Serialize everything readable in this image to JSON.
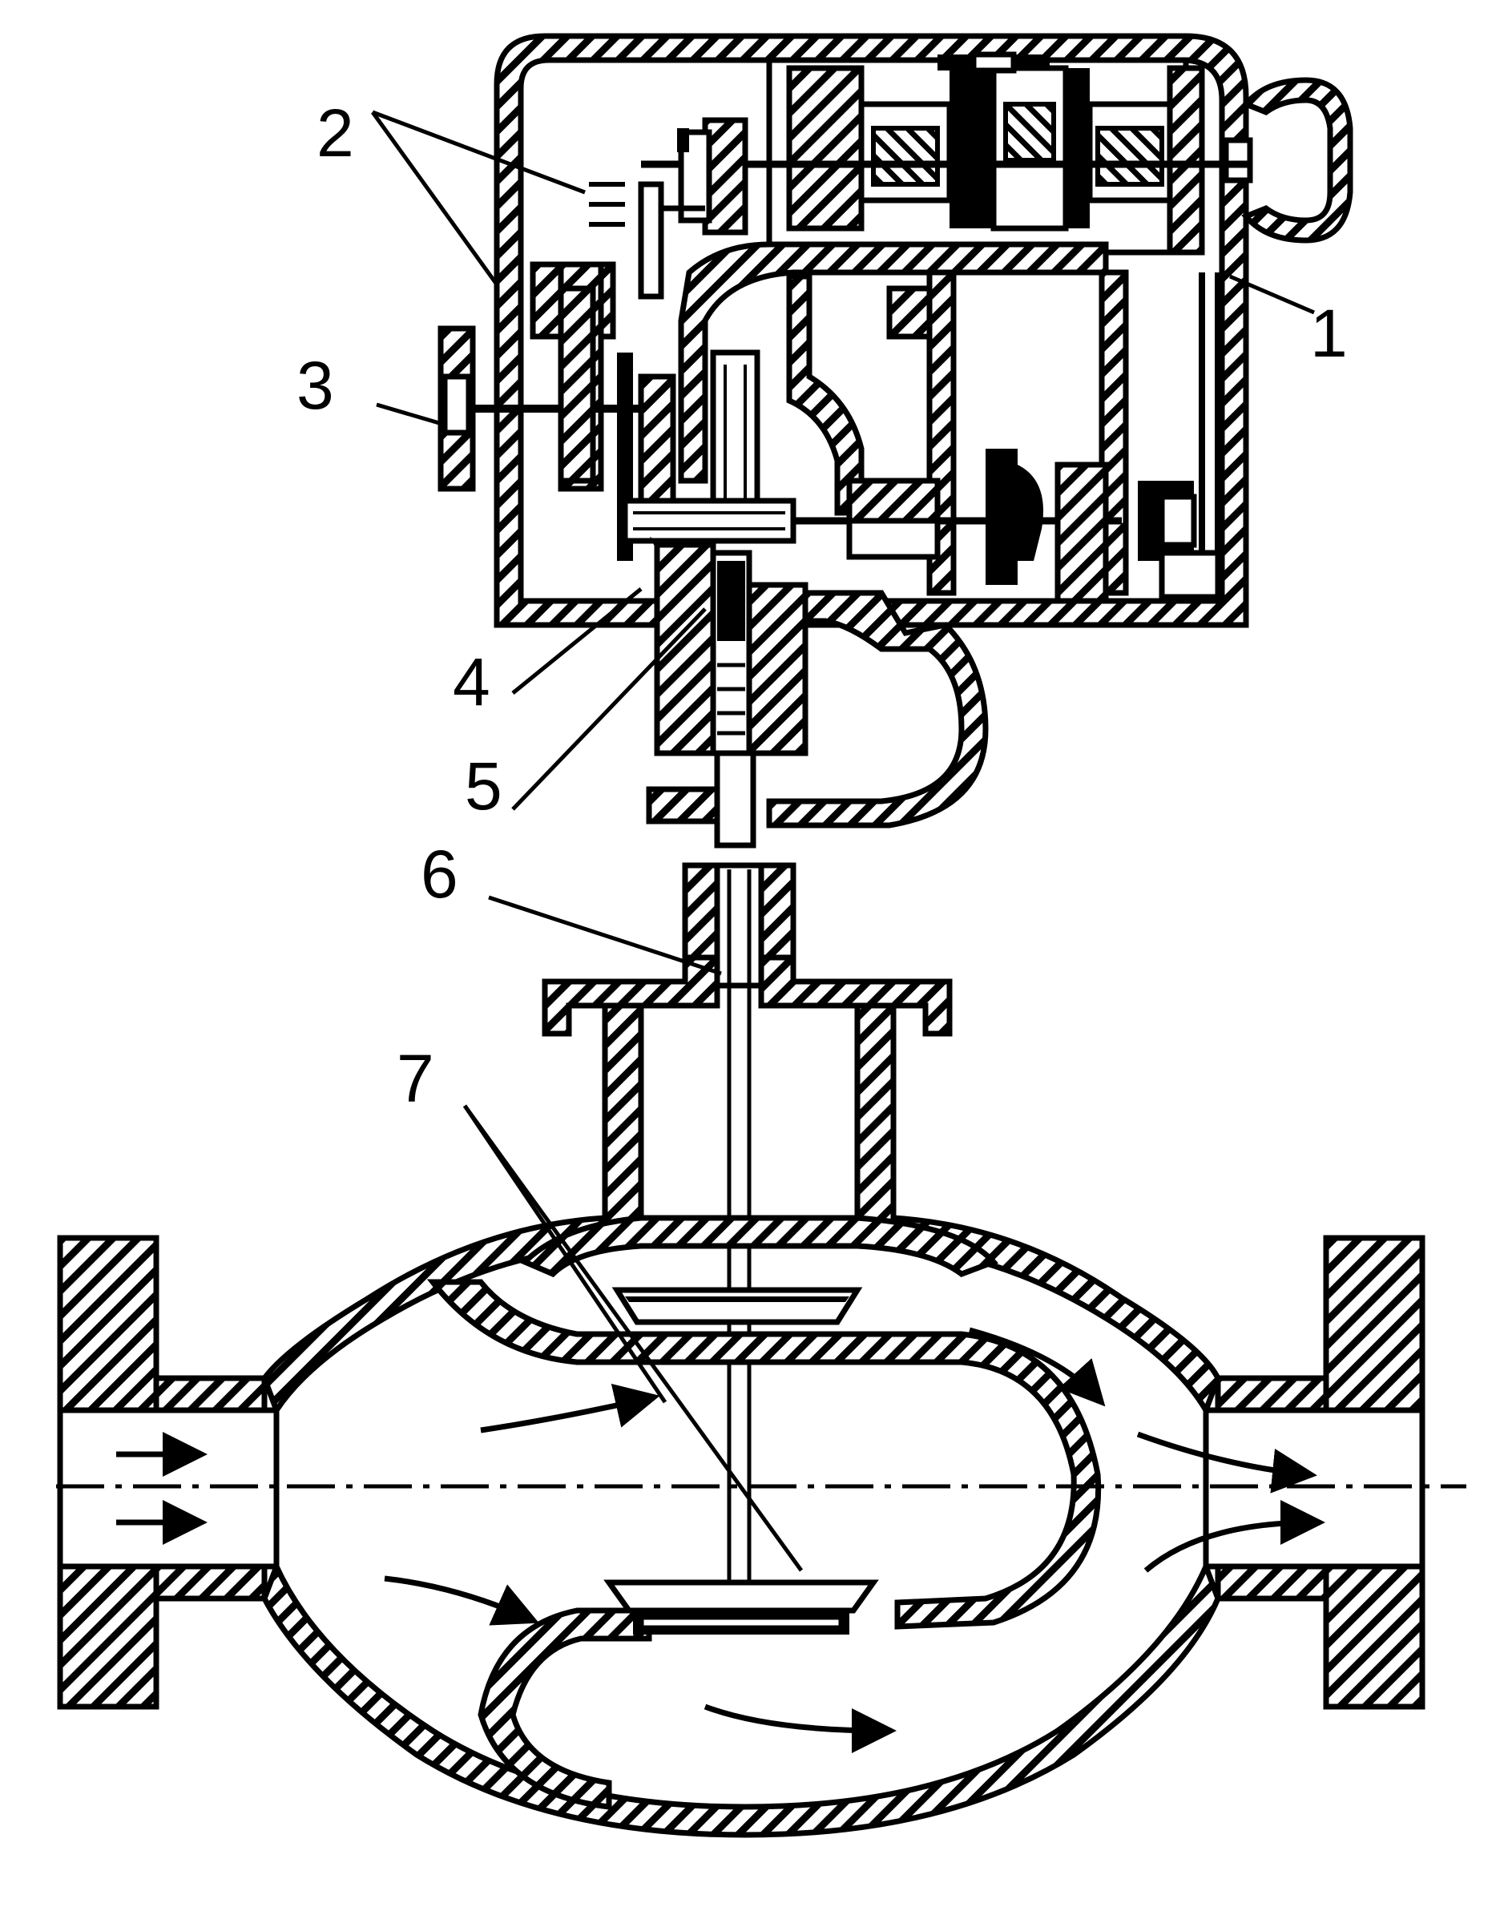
{
  "diagram": {
    "labels": {
      "l1": "1",
      "l2": "2",
      "l3": "3",
      "l4": "4",
      "l5": "5",
      "l6": "6",
      "l7": "7"
    },
    "colors": {
      "ink": "#000000",
      "paper": "#ffffff"
    }
  }
}
